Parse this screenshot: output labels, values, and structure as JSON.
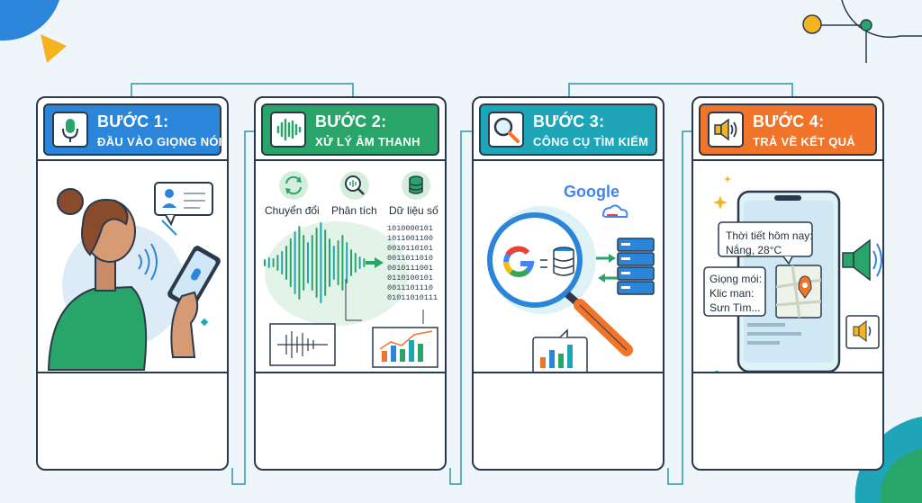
{
  "steps": [
    {
      "title": "BƯỚC 1:",
      "subtitle": "ĐẦU VÀO GIỌNG NÓI",
      "color": "#2b86d9",
      "icon": "microphone-icon"
    },
    {
      "title": "BƯỚC 2:",
      "subtitle": "XỬ LÝ ÂM THANH",
      "color": "#2aa56a",
      "icon": "soundwave-icon"
    },
    {
      "title": "BƯỚC 3:",
      "subtitle": "CÔNG CỤ TÌM KIẾM",
      "color": "#1fa5b8",
      "icon": "magnifier-icon"
    },
    {
      "title": "BƯỚC 4:",
      "subtitle": "TRẢ VỀ KẾT QUẢ",
      "color": "#f0742a",
      "icon": "speaker-icon"
    }
  ],
  "step2": {
    "labels": [
      "Chuyển đổi",
      "Phân tích",
      "Dữ liệu số"
    ],
    "binary": [
      "1010000101",
      "1011001100",
      "0010110101",
      "0011011010",
      "0010111001",
      "0110100101",
      "0011101110",
      "01011010111"
    ]
  },
  "step3": {
    "brand": "Google"
  },
  "step4": {
    "weather_line1": "Thời tiết hôm nay:",
    "weather_line2": "Nắng, 28°C",
    "voice_line1": "Giọng mói:",
    "voice_line2": "Klic man:",
    "voice_line3": "Sưn Tìm..."
  },
  "palette": {
    "outline": "#2a3a4c",
    "teal": "#1fa5b8",
    "green": "#2aa56a",
    "blue": "#2b86d9",
    "orange": "#f0742a"
  }
}
